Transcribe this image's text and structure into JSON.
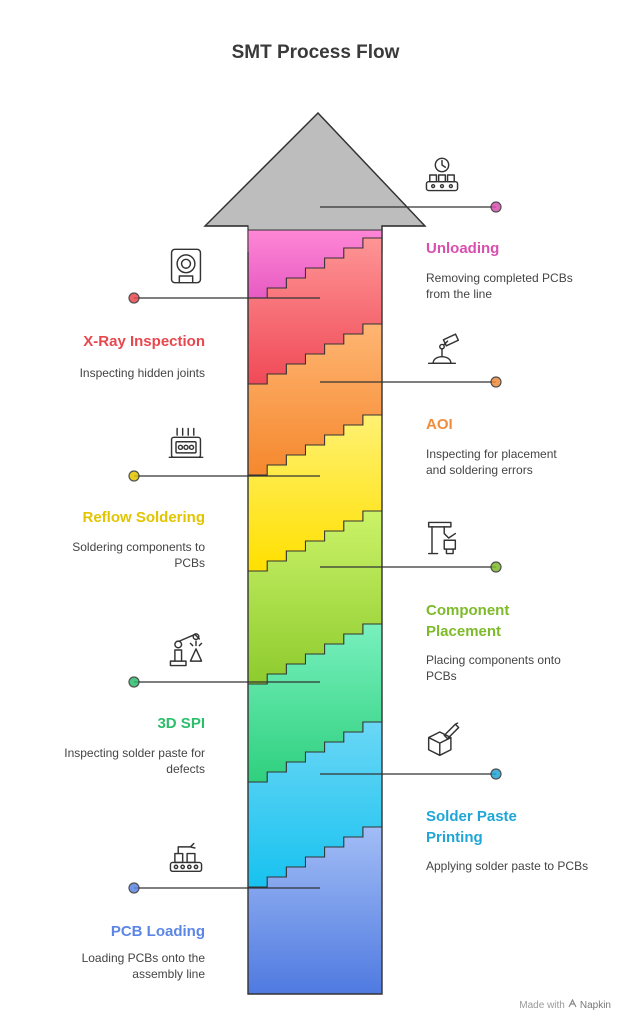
{
  "title": "SMT Process Flow",
  "steps": [
    {
      "title": "PCB Loading",
      "description": "Loading PCBs onto the assembly line",
      "side": "left",
      "color": "#5B86E5",
      "icon": "conveyor-robot-icon"
    },
    {
      "title": "Solder Paste Printing",
      "description": "Applying solder paste to PCBs",
      "side": "right",
      "color": "#1FA6D6",
      "icon": "paste-dispenser-icon"
    },
    {
      "title": "3D SPI",
      "description": "Inspecting solder paste for defects",
      "side": "left",
      "color": "#2DBE6C",
      "icon": "robot-arm-icon"
    },
    {
      "title": "Component Placement",
      "description": "Placing components onto PCBs",
      "side": "right",
      "color": "#7DBB2A",
      "icon": "pick-place-icon"
    },
    {
      "title": "Reflow Soldering",
      "description": "Soldering components to PCBs",
      "side": "left",
      "color": "#E2C400",
      "icon": "reflow-oven-icon"
    },
    {
      "title": "AOI",
      "description": "Inspecting for placement and soldering errors",
      "side": "right",
      "color": "#F08C3A",
      "icon": "camera-inspection-icon"
    },
    {
      "title": "X-Ray Inspection",
      "description": "Inspecting hidden joints",
      "side": "left",
      "color": "#E8474E",
      "icon": "xray-scanner-icon"
    },
    {
      "title": "Unloading",
      "description": "Removing completed PCBs from the line",
      "side": "right",
      "color": "#D94FAE",
      "icon": "timed-conveyor-icon"
    }
  ],
  "footer": {
    "prefix": "Made with",
    "brand": "Napkin"
  }
}
